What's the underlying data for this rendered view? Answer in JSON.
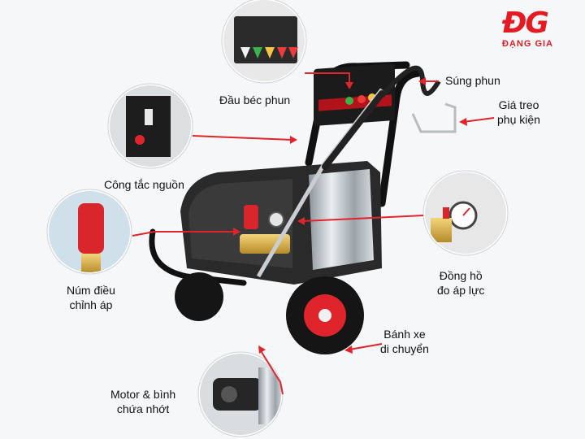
{
  "brand": {
    "mark": "ĐG",
    "name": "ĐẠNG GIA"
  },
  "labels": {
    "nozzle_tips": "Đầu béc phun",
    "spray_gun": "Súng phun",
    "accessory_rack": "Giá treo\nphụ kiện",
    "power_switch": "Công tắc nguồn",
    "pressure_gauge": "Đồng hồ\nđo áp lực",
    "pressure_knob": "Núm  điều\nchỉnh áp",
    "wheels": "Bánh xe\ndi chuyển",
    "motor": "Motor & bình\nchứa nhớt"
  },
  "colors": {
    "arrow": "#e0242b",
    "brand": "#e41b23",
    "frame": "#111111"
  }
}
